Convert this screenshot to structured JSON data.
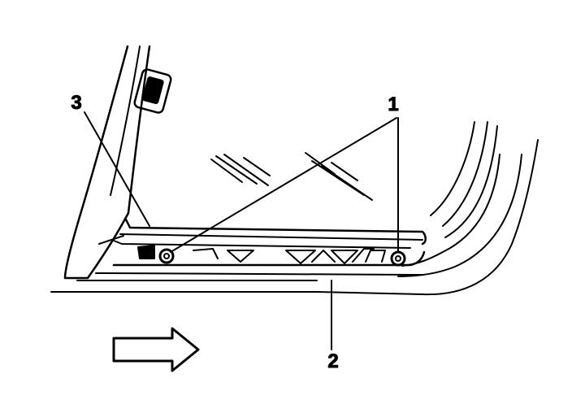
{
  "diagram": {
    "callouts": [
      {
        "id": "1",
        "label": "1"
      },
      {
        "id": "2",
        "label": "2"
      },
      {
        "id": "3",
        "label": "3"
      }
    ],
    "direction_arrow": {
      "icon": "arrow-right-icon",
      "meaning": "forward"
    },
    "colors": {
      "line": "#000000",
      "background": "#ffffff"
    }
  }
}
